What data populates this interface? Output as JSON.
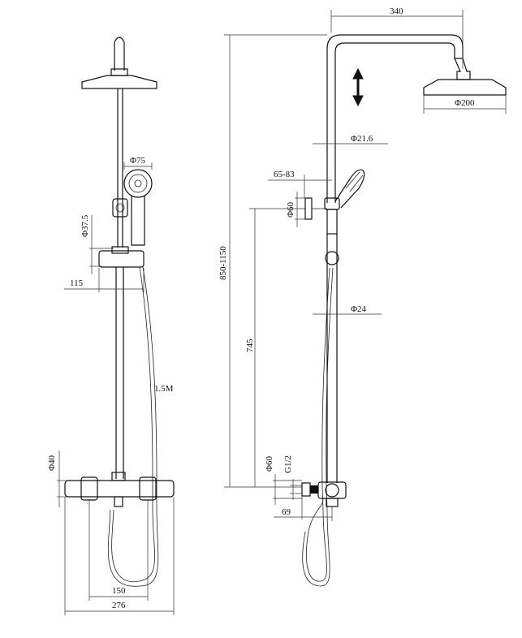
{
  "dimensions": {
    "rail_length": "340",
    "head_diameter": "Φ200",
    "pipe_diameter": "Φ21.6",
    "hand_shower_diameter": "Φ75",
    "bracket_size": "Φ37.5",
    "holder_range": "65-83",
    "holder_diameter": "Φ60",
    "bracket_projection": "115",
    "total_height": "850-1150",
    "lower_pipe_diameter": "Φ24",
    "thermostat_height": "745",
    "hose_length": "1.5M",
    "valve_diameter": "Φ40",
    "outlet_diameter": "Φ60",
    "thread": "G1/2",
    "valve_projection": "69",
    "eccentric_spacing": "150",
    "valve_width": "276"
  }
}
